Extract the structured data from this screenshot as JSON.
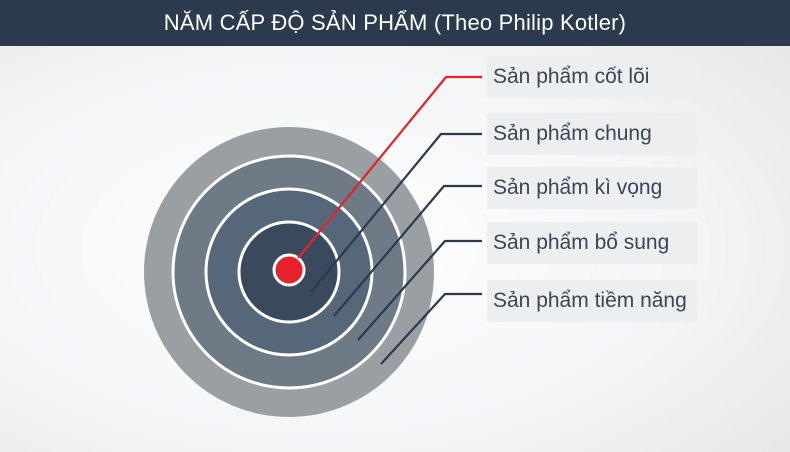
{
  "title": "NĂM CẤP ĐỘ SẢN PHẨM (Theo Philip Kotler)",
  "levels": [
    {
      "label": "Sản phẩm cốt lõi",
      "color": "#e8222a"
    },
    {
      "label": "Sản phẩm chung",
      "color": "#3a4a5c"
    },
    {
      "label": "Sản phẩm kì vọng",
      "color": "#56677a"
    },
    {
      "label": "Sản phẩm bổ sung",
      "color": "#6e7a86"
    },
    {
      "label": "Sản phẩm tiềm năng",
      "color": "#9a9fa4"
    }
  ],
  "colors": {
    "header": "#2b3a4c",
    "core_line": "#e8222a",
    "leader_line": "#2b3a4c",
    "ring_divider": "#ffffff"
  }
}
